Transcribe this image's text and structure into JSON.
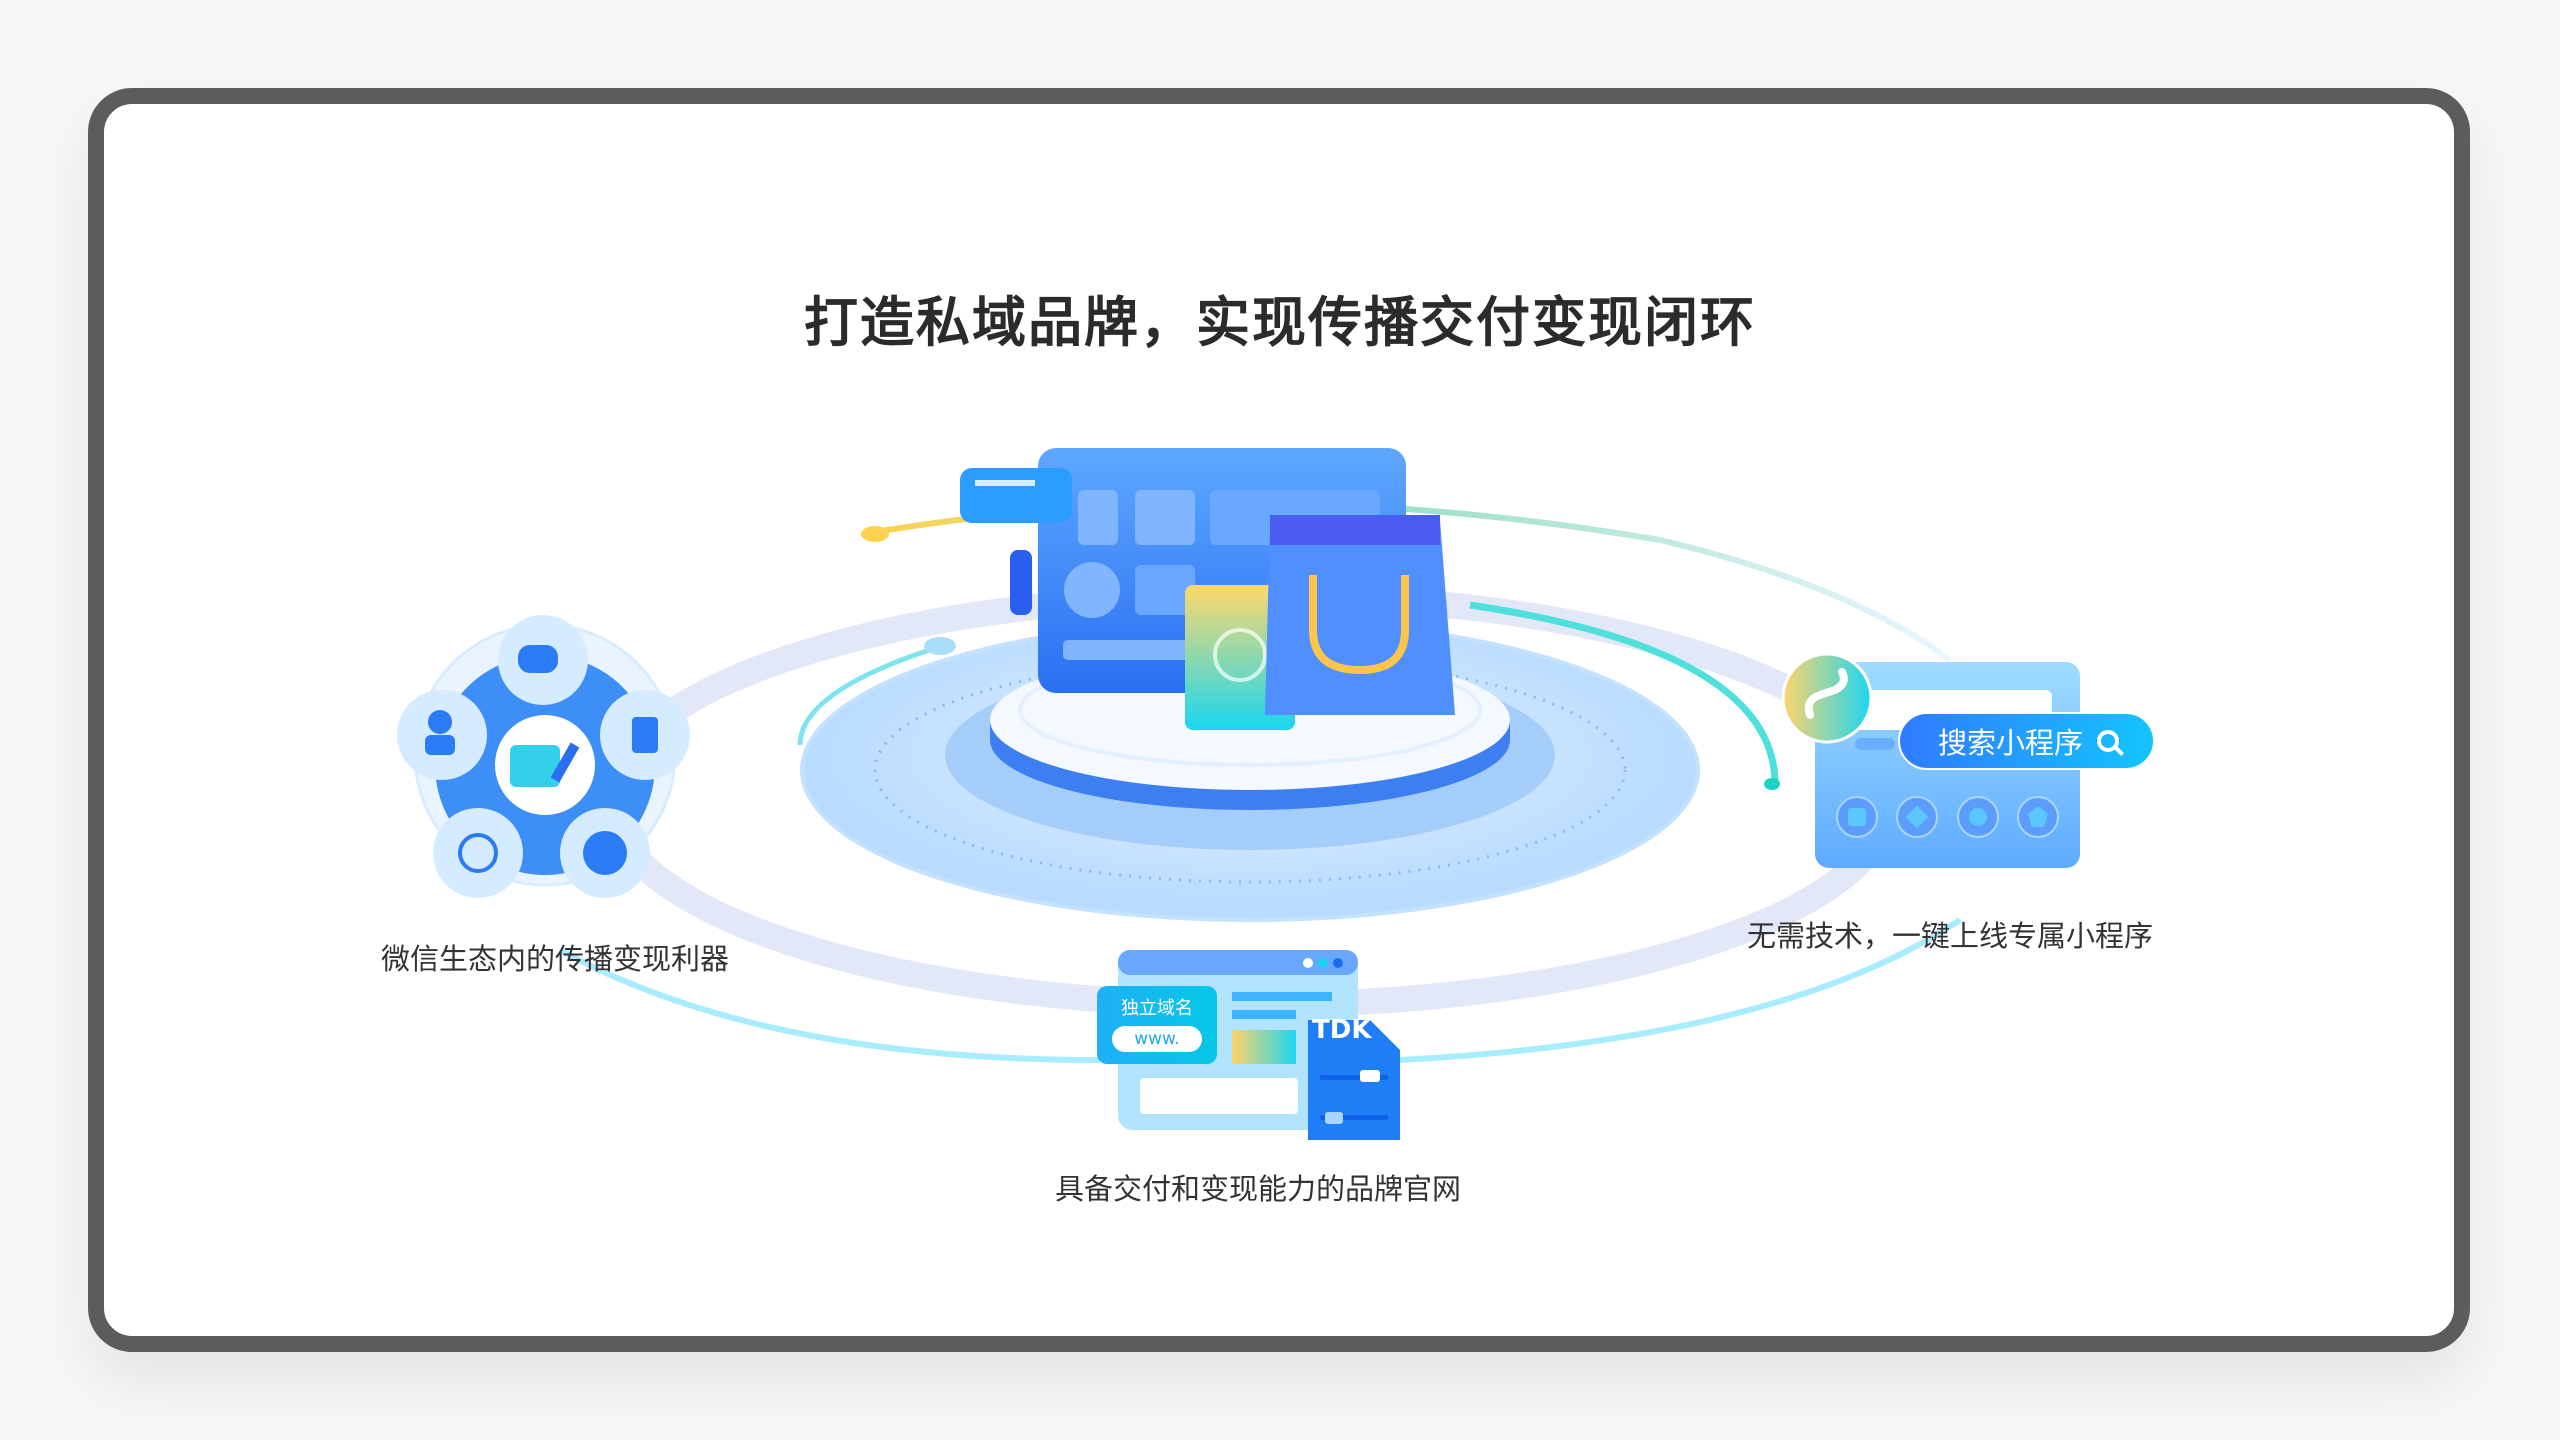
{
  "title": "打造私域品牌，实现传播交付变现闭环",
  "features": [
    {
      "label": "微信生态内的传播变现利器"
    },
    {
      "label": "无需技术，一键上线专属小程序"
    },
    {
      "label": "具备交付和变现能力的品牌官网"
    }
  ],
  "miniprogram": {
    "search_label": "搜索小程序"
  },
  "website": {
    "domain_label": "独立域名",
    "url_text": "www.",
    "tdk_label": "TDK"
  },
  "colors": {
    "accent": "#2f7bff",
    "cyan": "#14c4ff",
    "frame": "#5c5c5c"
  }
}
